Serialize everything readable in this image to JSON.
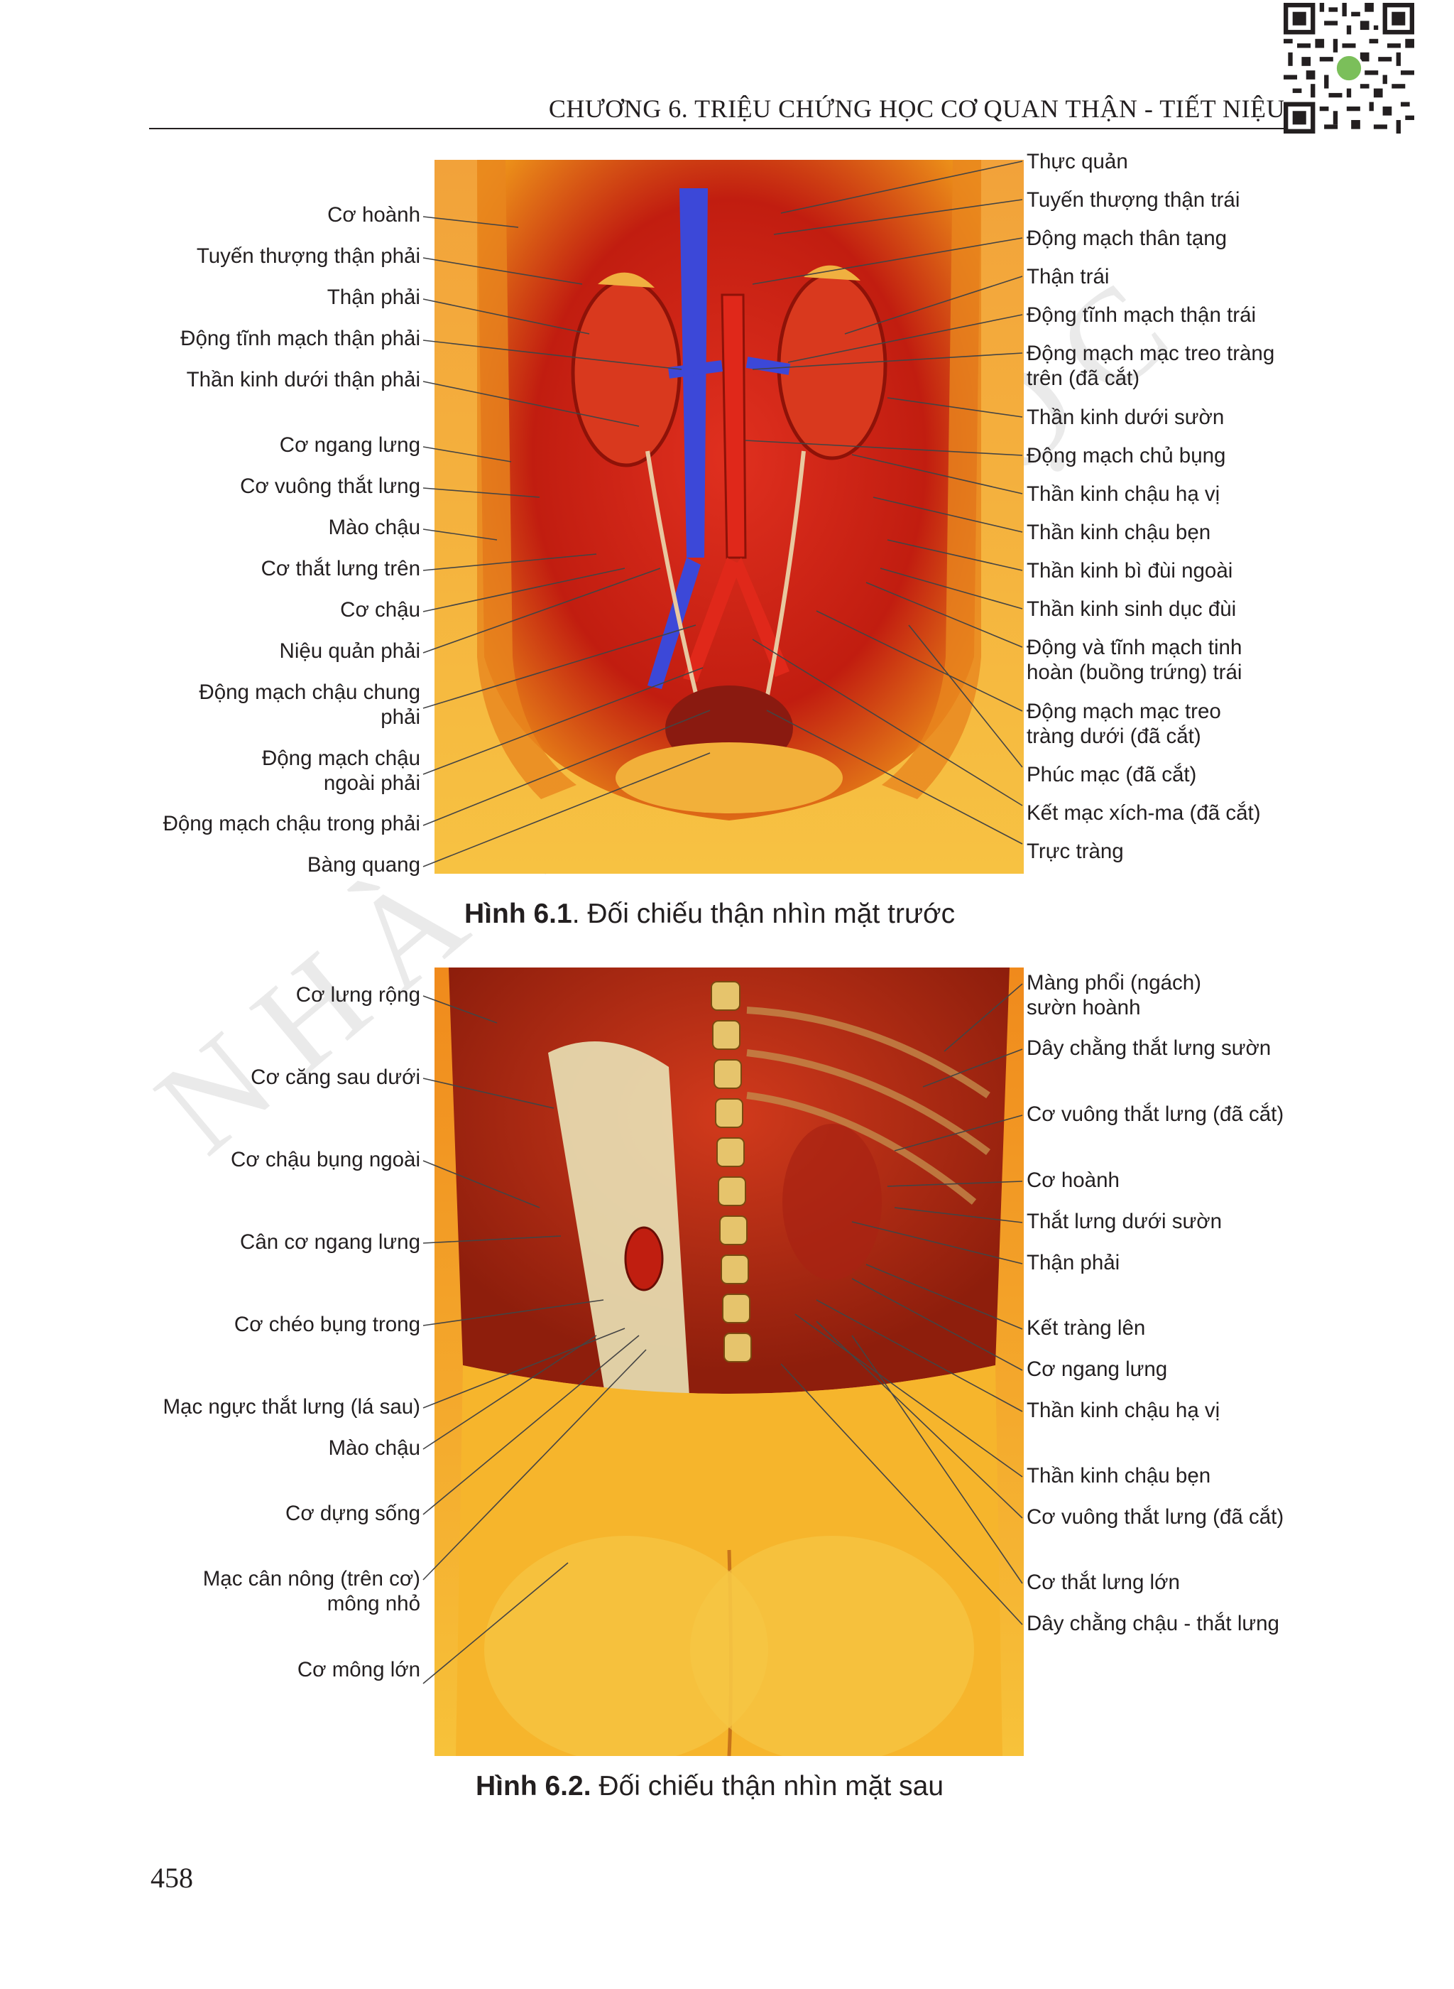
{
  "header": {
    "chapter": "CHƯƠNG 6. TRIỆU CHỨNG HỌC CƠ QUAN THẬN - TIẾT NIỆU"
  },
  "figure1": {
    "left_labels": [
      "Cơ hoành",
      "Tuyến thượng thận phải",
      "Thận phải",
      "Động tĩnh mạch thận phải",
      "Thần kinh dưới thận phải",
      "Cơ ngang lưng",
      "Cơ vuông thắt lưng",
      "Mào chậu",
      "Cơ thắt lưng trên",
      "Cơ chậu",
      "Niệu quản phải",
      "Động mạch chậu chung\nphải",
      "Động mạch chậu\nngoài phải",
      "Động mạch chậu trong phải",
      "Bàng quang"
    ],
    "right_labels": [
      "Thực quản",
      "Tuyến thượng thận trái",
      "Động mạch thân tạng",
      "Thận trái",
      "Động tĩnh mạch thận trái",
      "Động mạch mạc treo tràng\ntrên (đã cắt)",
      "Thần kinh dưới sườn",
      "Động mạch chủ bụng",
      "Thần kinh chậu hạ vị",
      "Thần kinh chậu bẹn",
      "Thần kinh bì đùi ngoài",
      "Thần kinh sinh dục đùi",
      "Động và tĩnh mạch tinh\nhoàn (buồng trứng) trái",
      "Động mạch mạc treo\ntràng dưới (đã cắt)",
      "Phúc mạc (đã cắt)",
      "Kết mạc xích-ma (đã cắt)",
      "Trực tràng"
    ],
    "caption_bold": "Hình 6.1",
    "caption_text": ". Đối chiếu thận nhìn mặt trước"
  },
  "figure2": {
    "left_labels": [
      "Cơ lưng rộng",
      "Cơ căng sau dưới",
      "Cơ chậu bụng ngoài",
      "Cân cơ ngang lưng",
      "Cơ chéo bụng trong",
      "Mạc ngực thắt lưng (lá sau)",
      "Mào chậu",
      "Cơ dựng sống",
      "Mạc cân nông (trên cơ)\nmông nhỏ",
      "Cơ mông lớn"
    ],
    "right_labels": [
      "Màng phổi (ngách)\n sườn hoành",
      "Dây chằng thắt lưng sườn",
      "Cơ vuông thắt lưng (đã cắt)",
      "Cơ hoành",
      "Thắt lưng dưới sườn",
      "Thận phải",
      "Kết tràng lên",
      "Cơ ngang lưng",
      "Thần kinh chậu hạ vị",
      "Thần kinh chậu bẹn",
      "Cơ vuông thắt lưng (đã cắt)",
      "Cơ thắt lưng lớn",
      "Dây chằng chậu - thắt lưng"
    ],
    "caption_bold": "Hình 6.2.",
    "caption_text": " Đối chiếu thận nhìn mặt sau"
  },
  "page_number": "458",
  "icons": [
    "qr-code-icon",
    "publisher-logo-icon"
  ]
}
